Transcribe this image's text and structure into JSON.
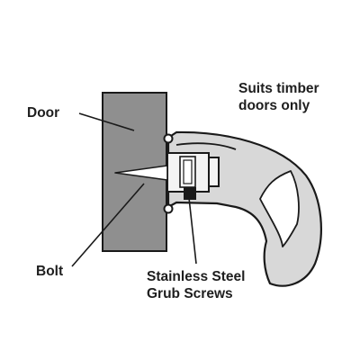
{
  "labels": {
    "door": "Door",
    "bolt": "Bolt",
    "suits_line1": "Suits timber",
    "suits_line2": "doors only",
    "grub_line1": "Stainless Steel",
    "grub_line2": "Grub Screws"
  },
  "colors": {
    "door_fill": "#8f8f8f",
    "handle_fill": "#d8d8d8",
    "stroke": "#1a1a1a",
    "text": "#1e1e1e"
  }
}
